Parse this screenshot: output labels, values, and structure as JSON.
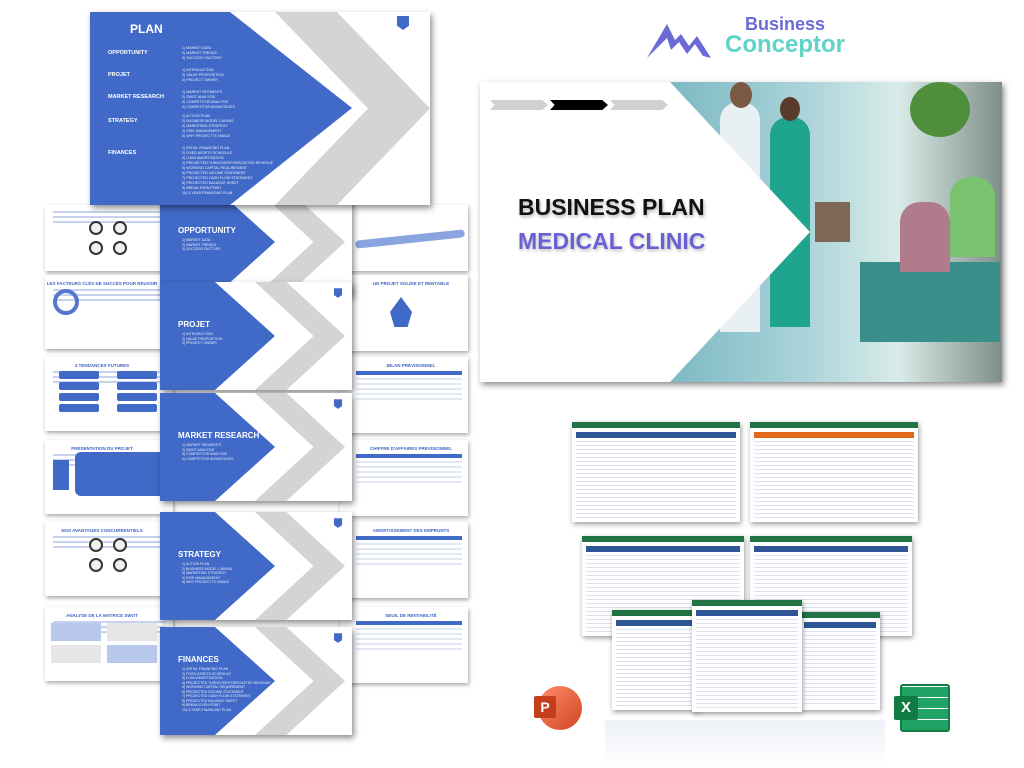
{
  "brand": {
    "line1": "Business",
    "line2": "Conceptor",
    "color_primary": "#6b6bd6",
    "color_secondary": "#5fd3c8"
  },
  "cover": {
    "title": "BUSINESS PLAN",
    "subtitle": "MEDICAL CLINIC",
    "subtitle_color": "#6b5fd6"
  },
  "plan": {
    "title": "PLAN",
    "sections": [
      {
        "name": "OPPORTUNITY",
        "items": [
          "1) MARKET DATA",
          "2) MARKET TRENDS",
          "3) SUCCESS FACTORS"
        ]
      },
      {
        "name": "PROJET",
        "items": [
          "1) INTRODUCTION",
          "2) VALUE PROPOSITION",
          "3) PROJECT OWNER"
        ]
      },
      {
        "name": "MARKET RESEARCH",
        "items": [
          "1) MARKET SEGMENTS",
          "2) SWOT ANALYSIS",
          "3) COMPETITOR ANALYSIS",
          "4) COMPETITOR ADVANTAGES"
        ]
      },
      {
        "name": "STRATEGY",
        "items": [
          "1) ACTION PLAN",
          "2) BUSINESS MODEL CANVAS",
          "3) MARKETING STRATEGY",
          "4) RISK MANAGEMENT",
          "5) WHY PROJECT IS VIABLE"
        ]
      },
      {
        "name": "FINANCES",
        "items": [
          "1) INITIAL FINANCING PLAN",
          "2) FIXED ASSETS SCHEDULE",
          "3) LOAN AMORTIZATION",
          "4) PROJECTED TURNOVER/FORECASTED REVENUE",
          "5) WORKING CAPITAL REQUIREMENT",
          "6) PROJECTED INCOME STATEMENT",
          "7) PROJECTED CASH FLOW STATEMENT",
          "8) PROJECTED BALANCE SHEET",
          "9) BREAK-EVEN POINT",
          "10) 3-YEAR FINANCING PLAN"
        ]
      }
    ]
  },
  "right_slides": [
    "",
    "UN PROJET SOLIDE ET RENTABLE",
    "BILAN PRÉVISIONNEL",
    "CHIFFRE D'AFFAIRES PRÉVISIONNEL",
    "AMORTISSEMENT DES EMPRUNTS",
    "SEUIL DE RENTABILITÉ"
  ],
  "left_slides": [
    "",
    "LES FACTEURS CLÉS DE SUCCÈS POUR RÉUSSIR",
    "3 TENDANCES FUTURES",
    "PRÉSENTATION DU PROJET",
    "NOS AVANTAGES CONCURRENTIELS",
    "ANALYSE DE LA MATRICE SWOT"
  ],
  "icons": {
    "powerpoint": "P",
    "excel": "X"
  }
}
